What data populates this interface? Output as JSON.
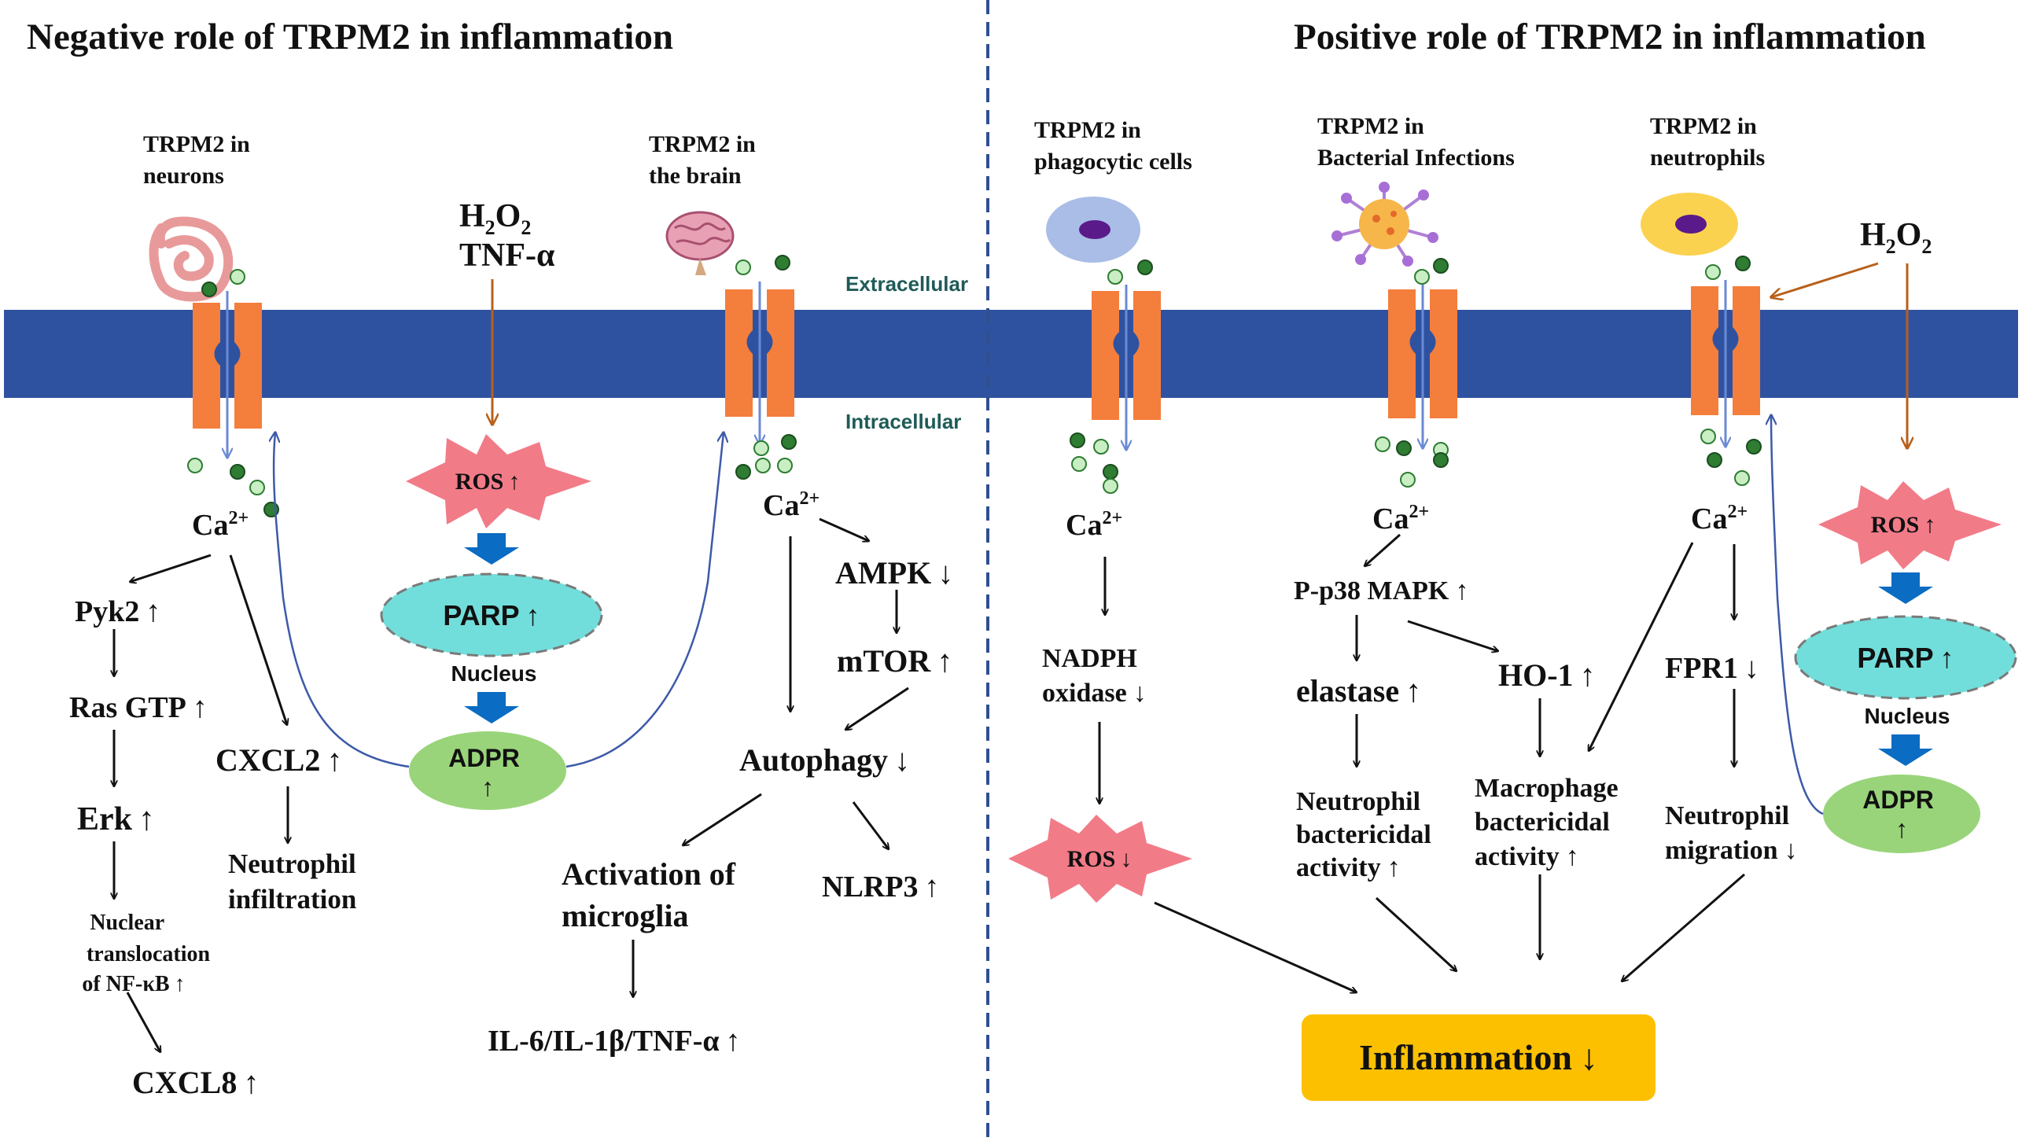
{
  "titles": {
    "left": "Negative role of TRPM2 in inflammation",
    "right": "Positive role of TRPM2 in inflammation"
  },
  "membrane": {
    "extracellular": "Extracellular",
    "intracellular": "Intracellular",
    "color": "#2f52a0"
  },
  "symbols": {
    "up": "↑",
    "down": "↓"
  },
  "colors": {
    "channel": "#f47e3c",
    "ion_light": "#c9eec4",
    "ion_dark": "#2e7d32",
    "ros": "#f27b88",
    "parp": "#72dedb",
    "adpr": "#99d47a",
    "inflammation_box": "#fdc000",
    "arrow_blue": "#0a6cc2",
    "arrow_orange": "#b8601a",
    "phagocyte": "#a9bde6",
    "neutrophil": "#fbd24f",
    "nucleus": "#5a1a8a"
  },
  "left": {
    "neurons_label": [
      "TRPM2 in",
      "neurons"
    ],
    "brain_label": [
      "TRPM2 in",
      "the brain"
    ],
    "stimulus": {
      "h2o2_main": "H",
      "h2o2_sub1": "2",
      "h2o2_mid": "O",
      "h2o2_sub2": "2",
      "tnf": "TNF-α"
    },
    "ca_neurons": {
      "base": "Ca",
      "sup": "2+"
    },
    "ca_brain": {
      "base": "Ca",
      "sup": "2+"
    },
    "ros": "ROS",
    "parp": "PARP",
    "nucleus": "Nucleus",
    "adpr": "ADPR",
    "pyk2": "Pyk2",
    "ras": "Ras GTP",
    "erk": "Erk",
    "nuclear": [
      "Nuclear",
      "translocation",
      "of NF-κB"
    ],
    "cxcl8": "CXCL8",
    "cxcl2": "CXCL2",
    "neutrophil_infiltration": [
      "Neutrophil",
      "infiltration"
    ],
    "ampk": "AMPK",
    "mtor": "mTOR",
    "autophagy": "Autophagy",
    "activation": [
      "Activation of",
      "microglia"
    ],
    "nlrp3": "NLRP3",
    "cytokines": "IL-6/IL-1β/TNF-α"
  },
  "right": {
    "phagocytic_label": [
      "TRPM2 in",
      "phagocytic cells"
    ],
    "bacterial_label": [
      "TRPM2 in",
      "Bacterial Infections"
    ],
    "neutrophils_label": [
      "TRPM2 in",
      "neutrophils"
    ],
    "h2o2": {
      "h2o2_main": "H",
      "h2o2_sub1": "2",
      "h2o2_mid": "O",
      "h2o2_sub2": "2"
    },
    "ca_phago": {
      "base": "Ca",
      "sup": "2+"
    },
    "ca_bact": {
      "base": "Ca",
      "sup": "2+"
    },
    "ca_neut": {
      "base": "Ca",
      "sup": "2+"
    },
    "nadph": [
      "NADPH",
      "oxidase"
    ],
    "ros_phago": "ROS",
    "p38": "P-p38 MAPK",
    "elastase": "elastase",
    "ho1": "HO-1",
    "neutrophil_bact": [
      "Neutrophil",
      "bactericidal",
      "activity"
    ],
    "macrophage_bact": [
      "Macrophage",
      "bactericidal",
      "activity"
    ],
    "fpr1": "FPR1",
    "neutrophil_migration": [
      "Neutrophil",
      "migration"
    ],
    "ros_neut": "ROS",
    "parp": "PARP",
    "nucleus": "Nucleus",
    "adpr": "ADPR",
    "inflammation": "Inflammation"
  }
}
